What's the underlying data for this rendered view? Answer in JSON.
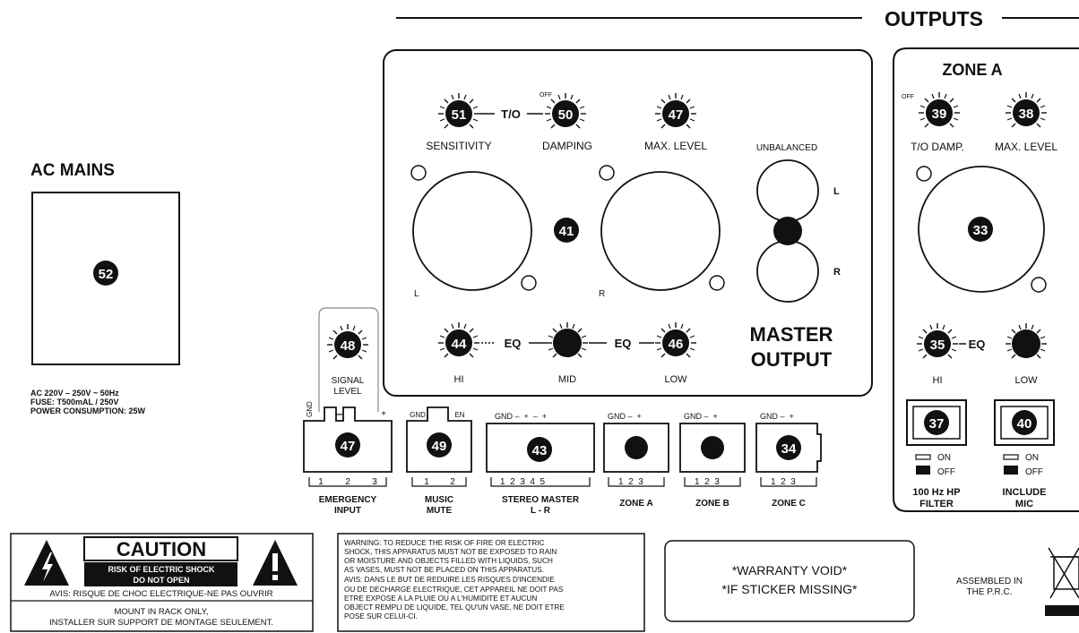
{
  "outputs_title": "OUTPUTS",
  "ac": {
    "title": "AC MAINS",
    "num": "52",
    "spec1": "AC 220V – 250V ~ 50Hz",
    "spec2": "FUSE: T500mAL / 250V",
    "spec3": "POWER CONSUMPTION: 25W"
  },
  "master": {
    "sensitivity": {
      "num": "51",
      "label": "SENSITIVITY"
    },
    "to": "T/O",
    "damping": {
      "num": "50",
      "label": "DAMPING",
      "off": "OFF"
    },
    "maxlevel": {
      "num": "47",
      "label": "MAX. LEVEL"
    },
    "xlr_num": "41",
    "xlr_l": "L",
    "xlr_r": "R",
    "unbalanced": "UNBALANCED",
    "rca_l": "L",
    "rca_r": "R",
    "eq_hi": {
      "num": "44",
      "label": "HI"
    },
    "eq_mid": {
      "label": "MID"
    },
    "eq_low": {
      "num": "46",
      "label": "LOW"
    },
    "eq1": "EQ",
    "eq2": "EQ",
    "title1": "MASTER",
    "title2": "OUTPUT"
  },
  "signal": {
    "num": "48",
    "label1": "SIGNAL",
    "label2": "LEVEL"
  },
  "zonea": {
    "title": "ZONE A",
    "to": {
      "num": "39",
      "label": "T/O DAMP.",
      "off": "OFF"
    },
    "max": {
      "num": "38",
      "label": "MAX. LEVEL"
    },
    "xlr_num": "33",
    "hi": {
      "num": "35",
      "label": "HI"
    },
    "eq": "EQ",
    "low": {
      "label": "LOW"
    },
    "sw37": {
      "num": "37",
      "on": "ON",
      "off": "OFF",
      "label1": "100 Hz HP",
      "label2": "FILTER"
    },
    "sw40": {
      "num": "40",
      "on": "ON",
      "off": "OFF",
      "label1": "INCLUDE",
      "label2": "MIC"
    }
  },
  "terminals": {
    "emergency": {
      "num": "47",
      "gnd": "GND",
      "minus": "–",
      "plus": "+",
      "p1": "1",
      "p2": "2",
      "p3": "3",
      "label1": "EMERGENCY",
      "label2": "INPUT"
    },
    "mute": {
      "num": "49",
      "gnd": "GND",
      "en": "EN",
      "p1": "1",
      "p2": "2",
      "label1": "MUSIC",
      "label2": "MUTE"
    },
    "stereo": {
      "num": "43",
      "top": "GND –  +  –  +",
      "pins": "1  2  3  4  5",
      "label1": "STEREO MASTER",
      "label2": "L - R"
    },
    "zone_a": {
      "top": "GND –  +",
      "pins": "1  2  3",
      "label": "ZONE A"
    },
    "zone_b": {
      "top": "GND –  +",
      "pins": "1  2  3",
      "label": "ZONE B"
    },
    "zone_c": {
      "num": "34",
      "top": "GND –  +",
      "pins": "1  2  3",
      "label": "ZONE C"
    }
  },
  "caution": {
    "title": "CAUTION",
    "line1": "RISK OF ELECTRIC SHOCK",
    "line2": "DO NOT OPEN",
    "avis": "AVIS: RISQUE DE CHOC ELECTRIQUE-NE PAS OUVRIR",
    "mount1": "MOUNT IN RACK ONLY,",
    "mount2": "INSTALLER SUR SUPPORT DE MONTAGE SEULEMENT."
  },
  "warning": {
    "l1": "WARNING: TO REDUCE THE RISK OF FIRE OR ELECTRIC",
    "l2": "SHOCK, THIS APPARATUS MUST NOT BE EXPOSED TO RAIN",
    "l3": "OR MOISTURE AND OBJECTS FILLED WITH LIQUIDS, SUCH",
    "l4": "AS VASES, MUST NOT BE PLACED ON THIS APPARATUS.",
    "l5": "AVIS: DANS LE BUT DE REDUIRE LES RISQUES D'INCENDIE",
    "l6": "OU DE DECHARGE ELECTRIQUE, CET APPAREIL NE DOIT PAS",
    "l7": "ETRE EXPOSE A LA PLUIE OU A L'HUMIDITE ET AUCUN",
    "l8": "OBJECT REMPLI DE LIQUIDE, TEL QU'UN VASE, NE DOIT ETRE",
    "l9": "POSE SUR CELUI-CI."
  },
  "sticker": {
    "line1": "*WARRANTY VOID*",
    "line2": "*IF STICKER MISSING*"
  },
  "assembled": {
    "line1": "ASSEMBLED IN",
    "line2": "THE P.R.C."
  }
}
